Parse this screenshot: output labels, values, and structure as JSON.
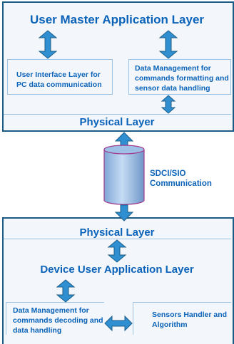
{
  "top_stack": {
    "title": "User Master Application Layer",
    "left_box": "User Interface Layer for PC data communication",
    "right_box": "Data Management for commands formatting and sensor data handling",
    "physical": "Physical Layer"
  },
  "middle": {
    "label_line1": "SDCI/SIO",
    "label_line2": "Communication"
  },
  "bottom_stack": {
    "physical": "Physical Layer",
    "title": "Device User Application Layer",
    "left_box": "Data Management for commands decoding and data handling",
    "right_box": "Sensors Handler and Algorithm"
  },
  "colors": {
    "text": "#0b63b9",
    "border": "#1c5a86",
    "arrow_fill": "#2f8fd0",
    "arrow_stroke": "#1e5f8a",
    "cylinder_fill": "#aac8ea",
    "cylinder_stroke": "#a03a8c"
  }
}
